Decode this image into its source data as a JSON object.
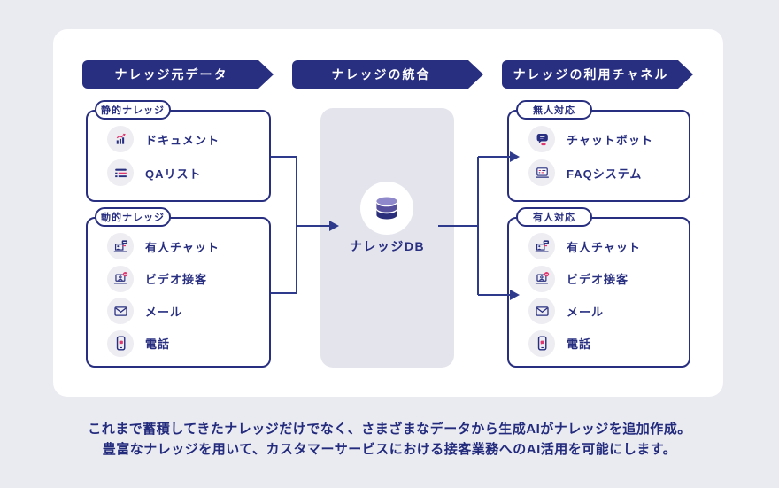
{
  "headers": {
    "source": "ナレッジ元データ",
    "integration": "ナレッジの統合",
    "channels": "ナレッジの利用チャネル"
  },
  "source_column": {
    "static_box": {
      "tag": "静的ナレッジ",
      "items": [
        {
          "icon": "document-chart-icon",
          "label": "ドキュメント"
        },
        {
          "icon": "qa-list-icon",
          "label": "QAリスト"
        }
      ]
    },
    "dynamic_box": {
      "tag": "動的ナレッジ",
      "items": [
        {
          "icon": "manned-chat-icon",
          "label": "有人チャット"
        },
        {
          "icon": "video-service-icon",
          "label": "ビデオ接客"
        },
        {
          "icon": "mail-icon",
          "label": "メール"
        },
        {
          "icon": "phone-icon",
          "label": "電話"
        }
      ]
    }
  },
  "integration_column": {
    "db_icon": "database-icon",
    "db_label": "ナレッジDB"
  },
  "channel_column": {
    "unmanned_box": {
      "tag": "無人対応",
      "items": [
        {
          "icon": "chatbot-icon",
          "label": "チャットボット"
        },
        {
          "icon": "faq-system-icon",
          "label": "FAQシステム"
        }
      ]
    },
    "manned_box": {
      "tag": "有人対応",
      "items": [
        {
          "icon": "manned-chat-icon",
          "label": "有人チャット"
        },
        {
          "icon": "video-service-icon",
          "label": "ビデオ接客"
        },
        {
          "icon": "mail-icon",
          "label": "メール"
        },
        {
          "icon": "phone-icon",
          "label": "電話"
        }
      ]
    }
  },
  "caption": {
    "line1": "これまで蓄積してきたナレッジだけでなく、さまざまなデータから生成AIがナレッジを追加作成。",
    "line2": "豊富なナレッジを用いて、カスタマーサービスにおける接客業務へのAI活用を可能にします。"
  },
  "colors": {
    "navy": "#282e80",
    "pink": "#e0376f",
    "page_bg": "#eaeaf1",
    "card_bg": "#ffffff",
    "center_box_bg": "#e4e4ed",
    "icon_circle_bg": "#ededf2",
    "db_lid": "#8f89cb",
    "db_mid": "#564f9e",
    "db_dark": "#2a2d7a"
  }
}
